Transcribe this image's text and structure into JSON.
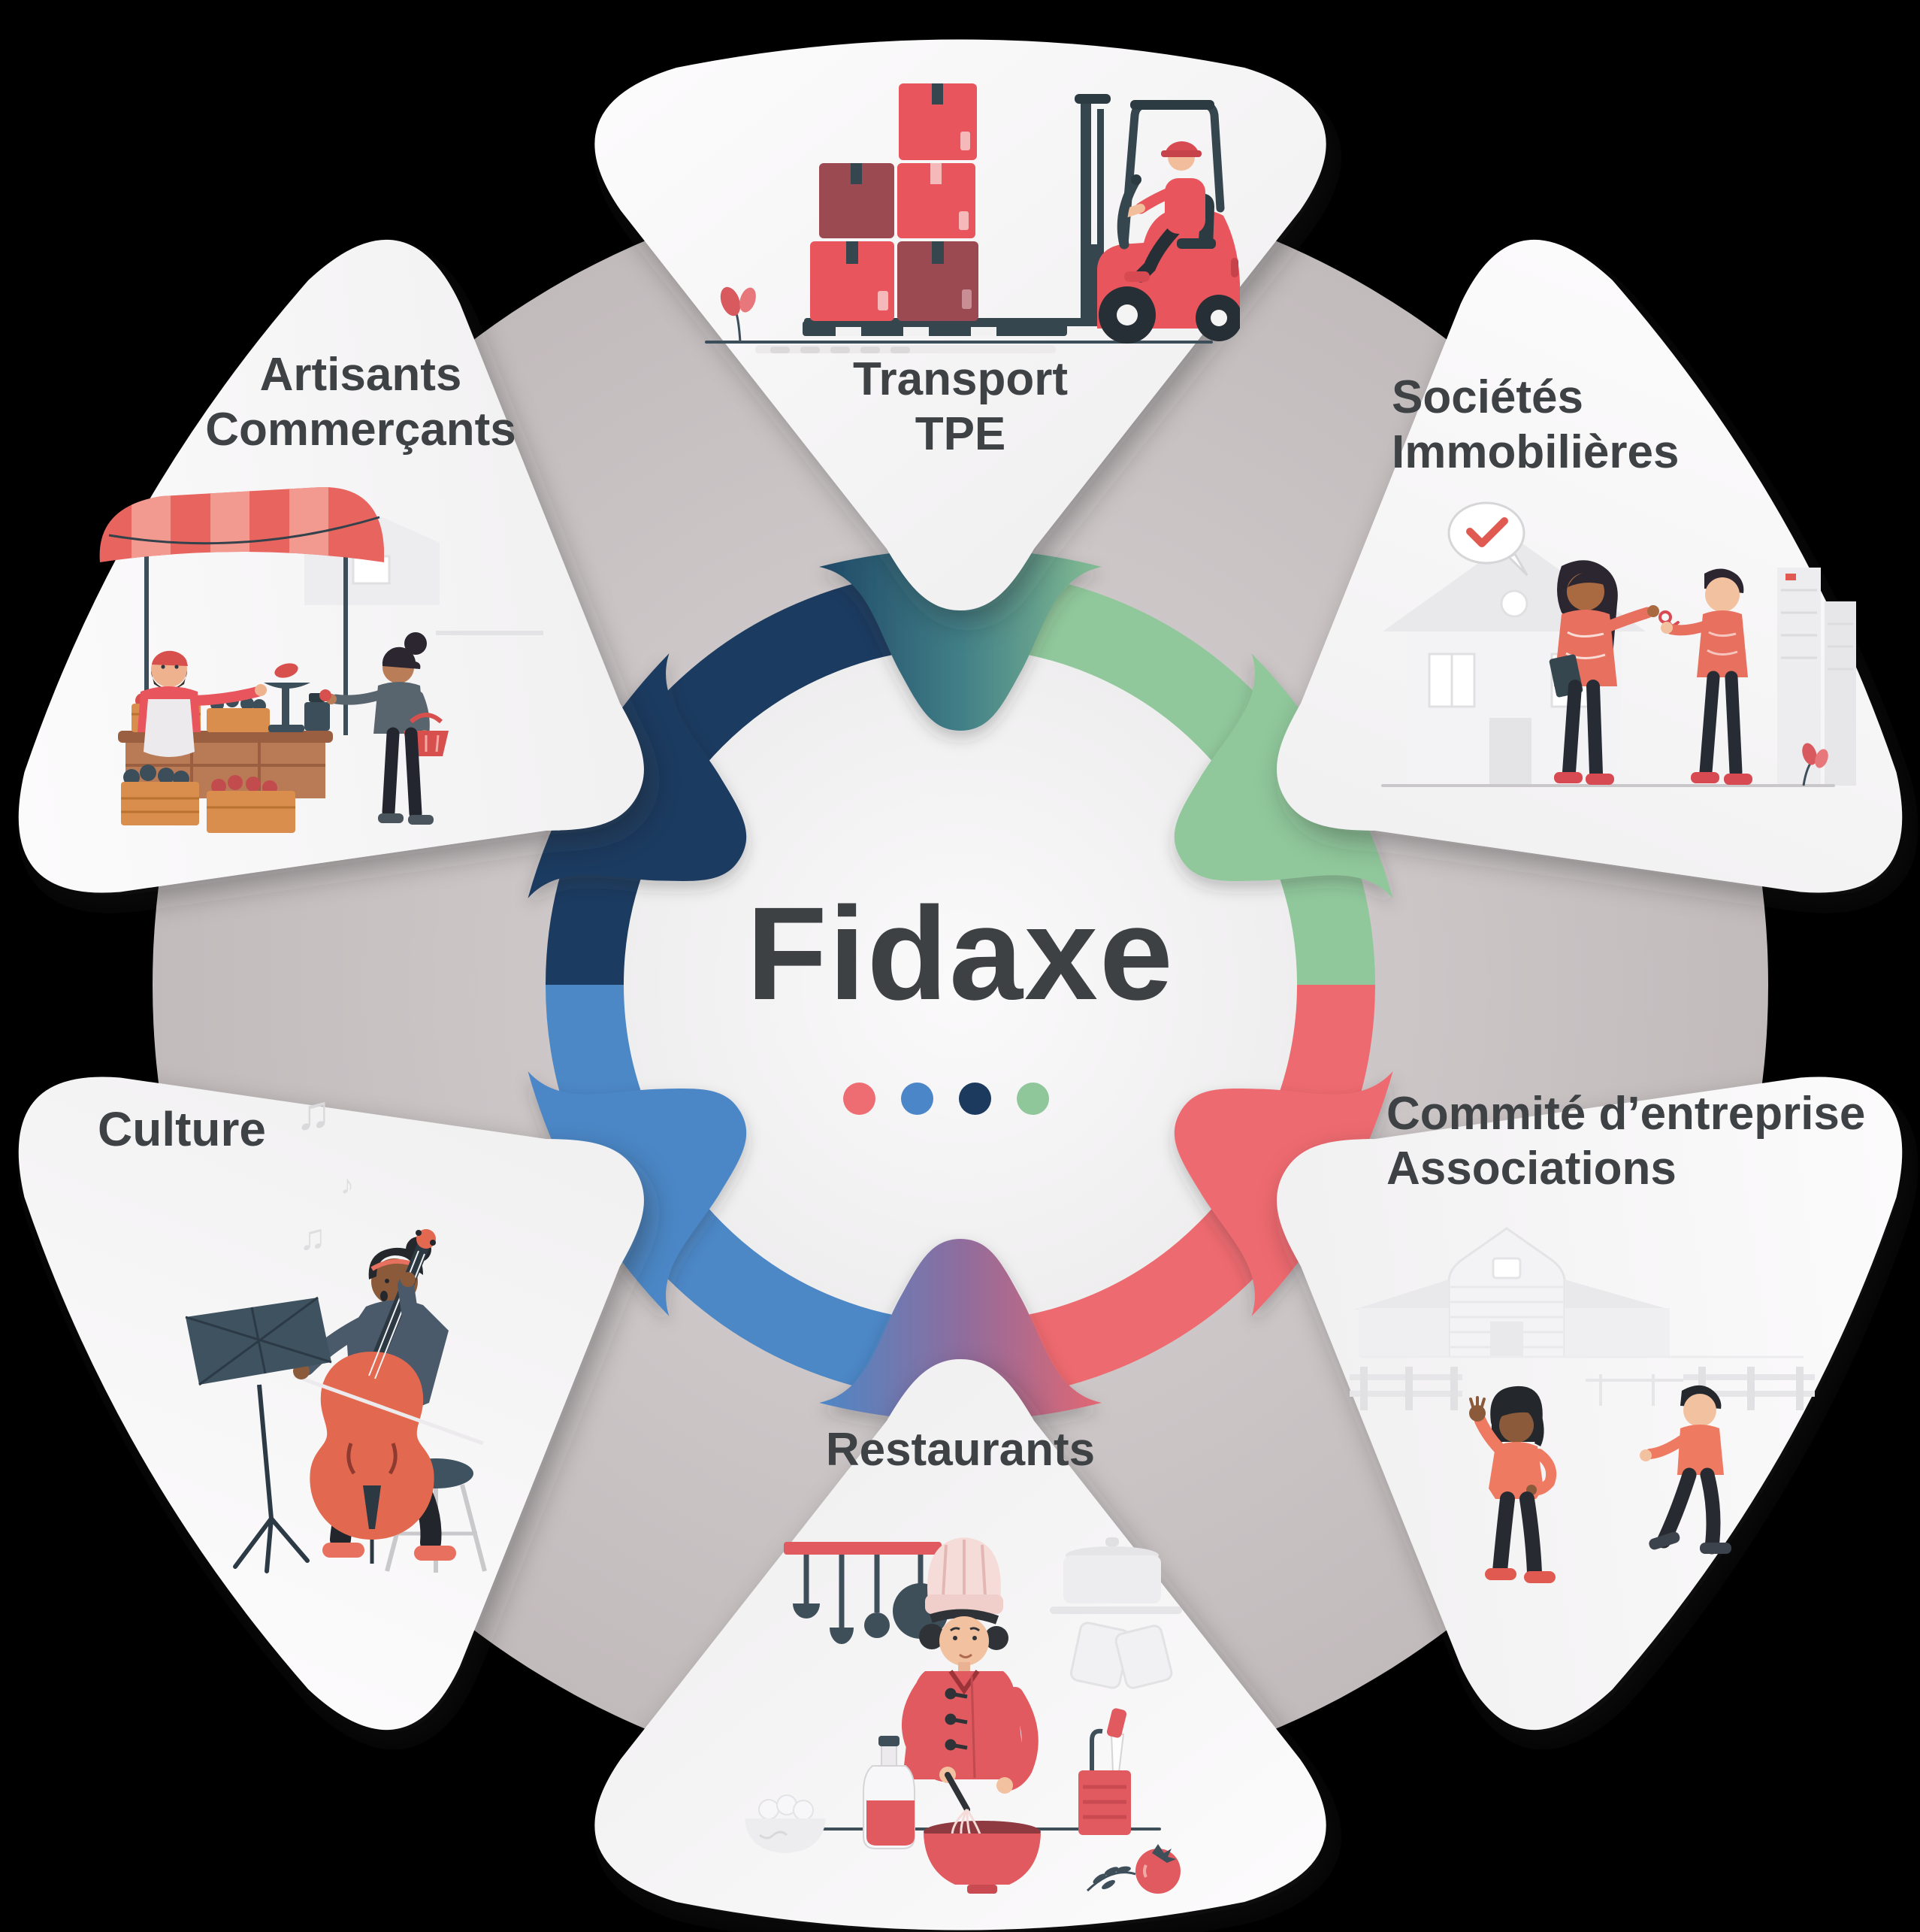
{
  "diagram": {
    "title": "Fidaxe",
    "background_color": "#000000",
    "center": {
      "dots": [
        {
          "name": "dot-coral",
          "color": "#ee6d72",
          "css": "background:#ee6d72"
        },
        {
          "name": "dot-blue",
          "color": "#4a86c8",
          "css": "background:#4a86c8"
        },
        {
          "name": "dot-navy",
          "color": "#1b3a5e",
          "css": "background:#1b3a5e"
        },
        {
          "name": "dot-green",
          "color": "#8fc79a",
          "css": "background:#8fc79a"
        }
      ]
    },
    "ring": {
      "segments": [
        {
          "position": "top-left",
          "color": "#1c3b60"
        },
        {
          "position": "top-right",
          "color": "#90c79b"
        },
        {
          "position": "bottom-right",
          "color": "#ed6a70"
        },
        {
          "position": "bottom-left",
          "color": "#4c87c6"
        }
      ]
    },
    "petals": [
      {
        "id": "transport",
        "lines": [
          "Transport",
          "TPE"
        ],
        "illustration": "forklift-driver"
      },
      {
        "id": "artisans-commercants",
        "lines": [
          "Artisants",
          "Commerçants"
        ],
        "illustration": "market-stall"
      },
      {
        "id": "societes-immobilieres",
        "lines": [
          "Sociétés",
          "Immobilières"
        ],
        "illustration": "house-key-handover"
      },
      {
        "id": "comite-entreprise",
        "lines": [
          "Commité d’entreprise",
          "Associations"
        ],
        "illustration": "community-people"
      },
      {
        "id": "culture",
        "lines": [
          "Culture"
        ],
        "illustration": "cello-player"
      },
      {
        "id": "restaurants",
        "lines": [
          "Restaurants"
        ],
        "illustration": "chef-cooking"
      }
    ]
  }
}
